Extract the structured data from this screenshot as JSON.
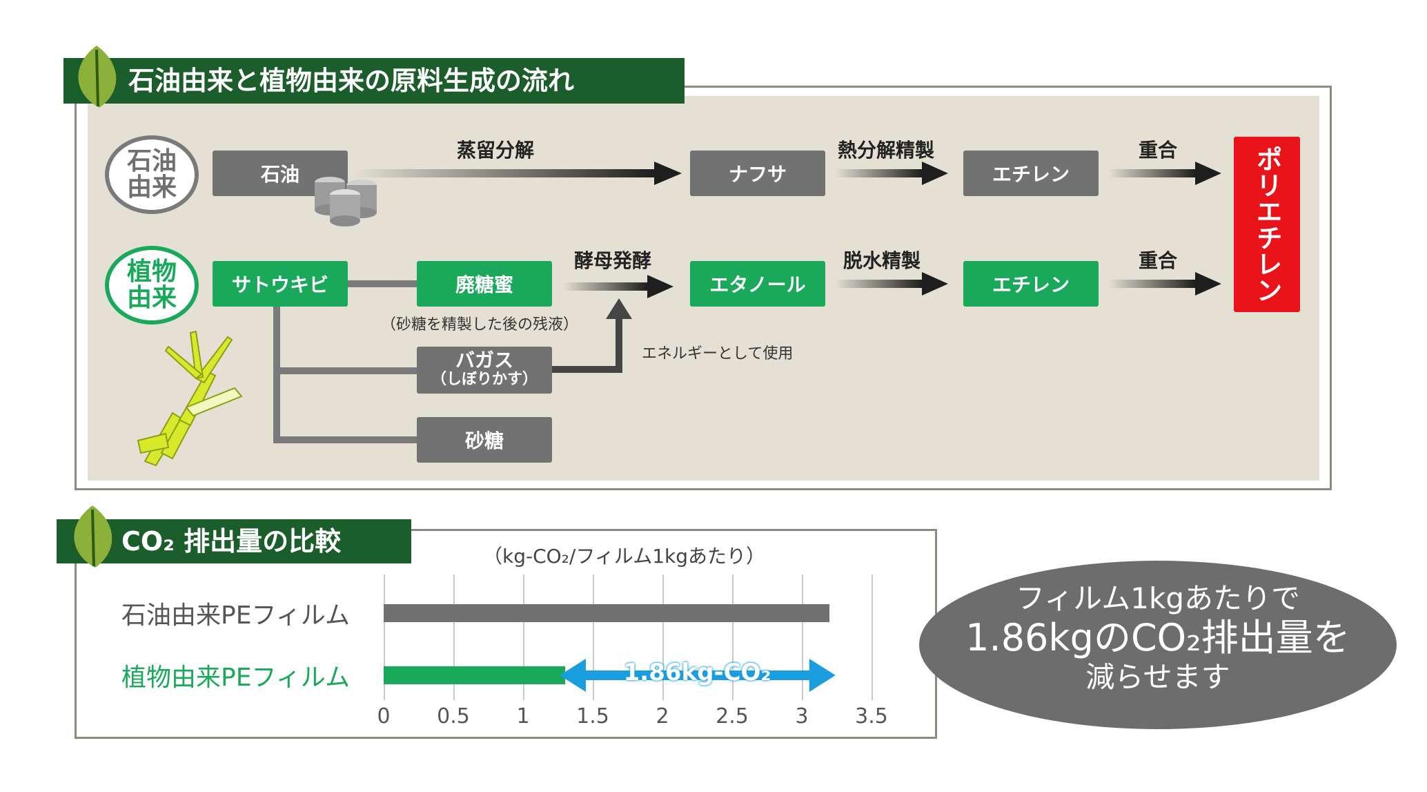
{
  "section1": {
    "title": "石油由来と植物由来の原料生成の流れ",
    "petro": {
      "circle": "石油\n由来",
      "source": "石油",
      "step1": "蒸留分解",
      "mid": "ナフサ",
      "step2": "熱分解精製",
      "ethylene": "エチレン",
      "step3": "重合"
    },
    "plant": {
      "circle": "植物\n由来",
      "source": "サトウキビ",
      "molasses": "廃糖蜜",
      "molasses_note": "（砂糖を精製した後の残液）",
      "bagasse": "バガス",
      "bagasse_sub": "（しぼりかす）",
      "sugar": "砂糖",
      "step1": "酵母発酵",
      "energy_note": "エネルギーとして使用",
      "mid": "エタノール",
      "step2": "脱水精製",
      "ethylene": "エチレン",
      "step3": "重合"
    },
    "product": "ポリエチレン"
  },
  "section2": {
    "title": "CO₂ 排出量の比較",
    "unit": "（kg-CO₂/フィルム1kgあたり）",
    "bubble_line1": "フィルム1kgあたりで",
    "bubble_line2": "1.86kgのCO₂排出量を",
    "bubble_line3": "減らせます"
  },
  "chart_data": {
    "type": "bar",
    "orientation": "horizontal",
    "categories": [
      "石油由来PEフィルム",
      "植物由来PEフィルム"
    ],
    "values": [
      3.2,
      1.3
    ],
    "colors": [
      "#707070",
      "#1aa85a"
    ],
    "xlim": [
      0,
      3.5
    ],
    "xticks": [
      "0",
      "0.5",
      "1",
      "1.5",
      "2",
      "2.5",
      "3",
      "3.5"
    ],
    "unit": "（kg-CO₂/フィルム1kgあたり）",
    "annotation": {
      "text": "1.86kg-CO₂",
      "from": 1.3,
      "to": 3.2,
      "color": "#1b9ee0"
    }
  }
}
